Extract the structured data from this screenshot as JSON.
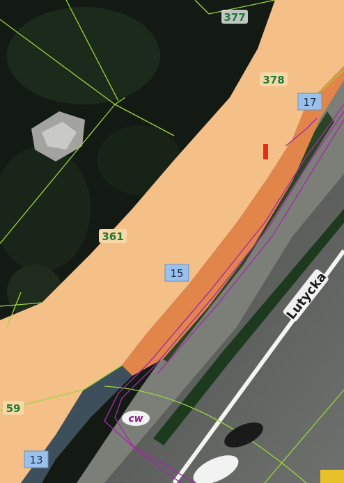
{
  "map": {
    "parcel_numbers": [
      "377",
      "378",
      "361",
      "59"
    ],
    "house_numbers": [
      "17",
      "15",
      "13"
    ],
    "street_name": "Lutycka",
    "utility_label": "cw"
  },
  "colors": {
    "parcel_fill": "#f5c088",
    "building_fill": "#e2854a",
    "parcel_boundary": "#9bd63a",
    "utility_line": "#a42aa8",
    "house_badge": "#9ac0ec",
    "parcel_label_text": "#1f7a3a",
    "marker": "#e82c1c"
  }
}
